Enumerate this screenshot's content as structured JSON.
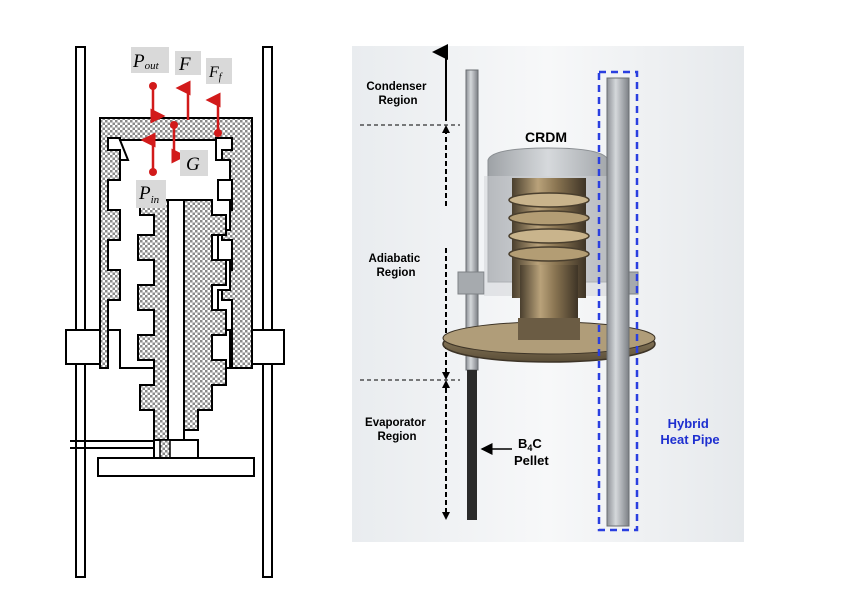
{
  "left_diagram": {
    "forces": {
      "p_out": {
        "symbol": "P",
        "sub": "out"
      },
      "f": {
        "symbol": "F"
      },
      "f_f": {
        "symbol": "F",
        "sub": "f"
      },
      "g": {
        "symbol": "G"
      },
      "p_in": {
        "symbol": "P",
        "sub": "in"
      }
    },
    "colors": {
      "force_arrow": "#d21a1a",
      "label_box": "#d9d9d9",
      "hatch": "#b5b5b5"
    }
  },
  "right_diagram": {
    "regions": {
      "condenser": [
        "Condenser",
        "Region"
      ],
      "adiabatic": [
        "Adiabatic",
        "Region"
      ],
      "evaporator": [
        "Evaporator",
        "Region"
      ]
    },
    "crdm_label": "CRDM",
    "pellet_label": {
      "pre": "B",
      "sub": "4",
      "post": "C",
      "line2": "Pellet"
    },
    "heat_pipe_label": [
      "Hybrid",
      "Heat Pipe"
    ],
    "colors": {
      "heat_pipe_text": "#1e2fd0",
      "dashed_box": "#2a3fe0"
    }
  }
}
